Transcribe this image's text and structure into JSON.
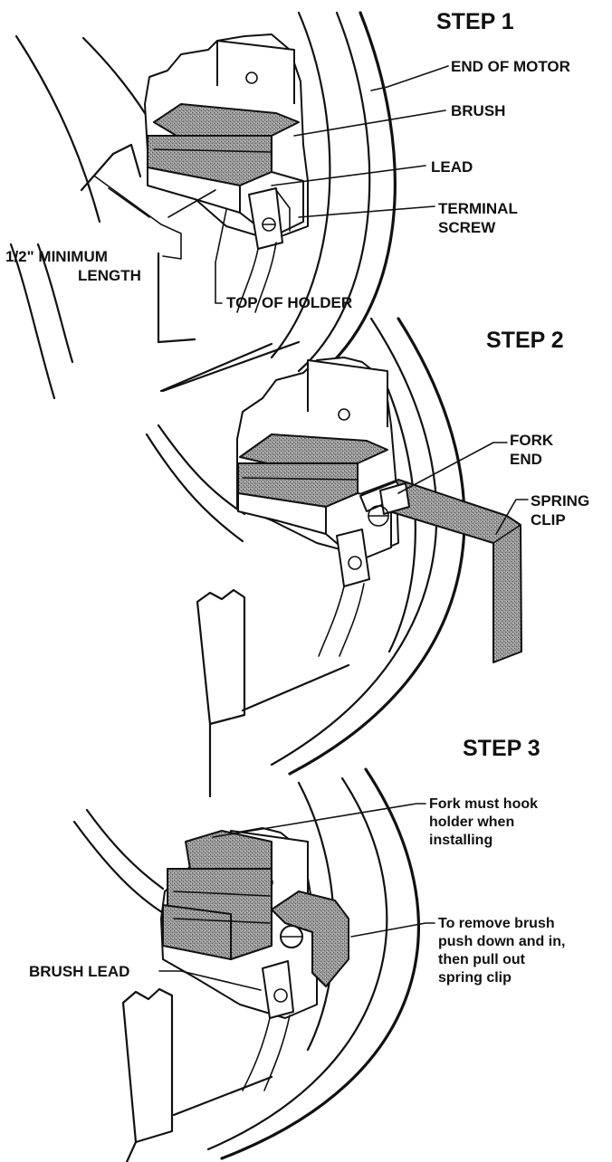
{
  "step1": {
    "title": "STEP 1",
    "labels": {
      "end_of_motor": "END OF MOTOR",
      "brush": "BRUSH",
      "lead": "LEAD",
      "terminal_screw_1": "TERMINAL",
      "terminal_screw_2": "SCREW",
      "min_length_1": "1/2\" MINIMUM",
      "min_length_2": "LENGTH",
      "top_of_holder": "TOP OF HOLDER"
    }
  },
  "step2": {
    "title": "STEP 2",
    "labels": {
      "fork_end_1": "FORK",
      "fork_end_2": "END",
      "spring_clip_1": "SPRING",
      "spring_clip_2": "CLIP"
    }
  },
  "step3": {
    "title": "STEP 3",
    "labels": {
      "fork_note_1": "Fork must hook",
      "fork_note_2": "holder when",
      "fork_note_3": "installing",
      "remove_note_1": "To remove brush",
      "remove_note_2": "push down and in,",
      "remove_note_3": "then pull out",
      "remove_note_4": "spring clip",
      "brush_lead": "BRUSH LEAD"
    }
  },
  "colors": {
    "ink": "#111111",
    "paper": "#ffffff",
    "carbon_fill": "#8a8a8a"
  }
}
